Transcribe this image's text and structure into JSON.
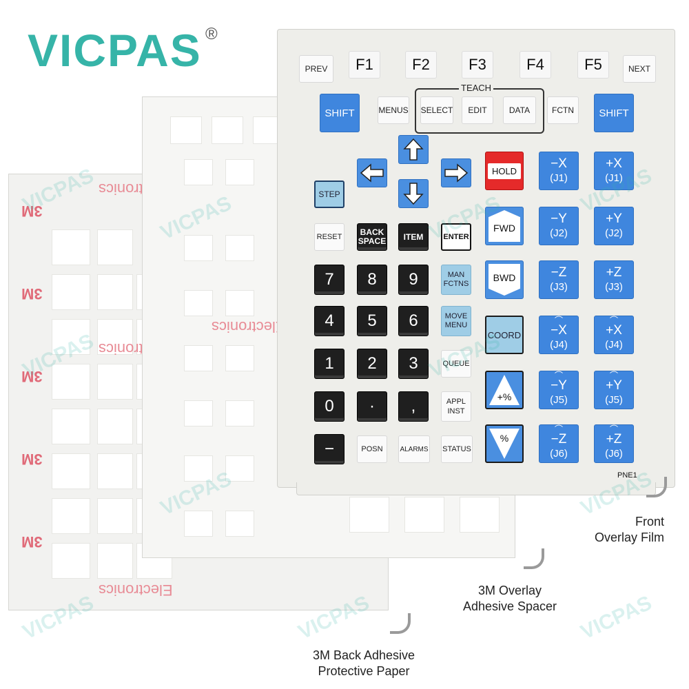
{
  "brand": {
    "name": "VICPAS",
    "registered": "®"
  },
  "watermark": "VICPAS",
  "keypad": {
    "function_row": [
      "PREV",
      "F1",
      "F2",
      "F3",
      "F4",
      "F5",
      "NEXT"
    ],
    "teach_label": "TEACH",
    "row2": [
      "SHIFT",
      "MENUS",
      "SELECT",
      "EDIT",
      "DATA",
      "FCTN",
      "SHIFT"
    ],
    "step": "STEP",
    "reset": "RESET",
    "backspace": [
      "BACK",
      "SPACE"
    ],
    "item": "ITEM",
    "enter": "ENTER",
    "numbers": [
      "7",
      "8",
      "9",
      "4",
      "5",
      "6",
      "1",
      "2",
      "3",
      "0",
      "·",
      ","
    ],
    "minus": "−",
    "man_fctns": [
      "MAN",
      "FCTNS"
    ],
    "move_menu": [
      "MOVE",
      "MENU"
    ],
    "queue": "QUEUE",
    "appl_inst": [
      "APPL",
      "INST"
    ],
    "posn": "POSN",
    "alarms": "ALARMS",
    "status": "STATUS",
    "hold": "HOLD",
    "fwd": "FWD",
    "bwd": "BWD",
    "coord": "COORD",
    "plus_pct": "+%",
    "minus_pct": "%",
    "jog_keys": [
      {
        "axis": "−X",
        "joint": "(J1)"
      },
      {
        "axis": "+X",
        "joint": "(J1)"
      },
      {
        "axis": "−Y",
        "joint": "(J2)"
      },
      {
        "axis": "+Y",
        "joint": "(J2)"
      },
      {
        "axis": "−Z",
        "joint": "(J3)"
      },
      {
        "axis": "+Z",
        "joint": "(J3)"
      },
      {
        "axis": "−X",
        "joint": "(J4)"
      },
      {
        "axis": "+X",
        "joint": "(J4)"
      },
      {
        "axis": "−Y",
        "joint": "(J5)"
      },
      {
        "axis": "+Y",
        "joint": "(J5)"
      },
      {
        "axis": "−Z",
        "joint": "(J6)"
      },
      {
        "axis": "+Z",
        "joint": "(J6)"
      }
    ],
    "model": "PNE1"
  },
  "captions": {
    "front": [
      "Front",
      "Overlay Film"
    ],
    "spacer": [
      "3M Overlay",
      "Adhesive Spacer"
    ],
    "back": [
      "3M Back Adhesive",
      "Protective Paper"
    ]
  },
  "colors": {
    "brand": "#36b4a8",
    "blue_key": "#3f86de",
    "black_key": "#1f1f1f",
    "hold_red": "#e52a2a"
  }
}
